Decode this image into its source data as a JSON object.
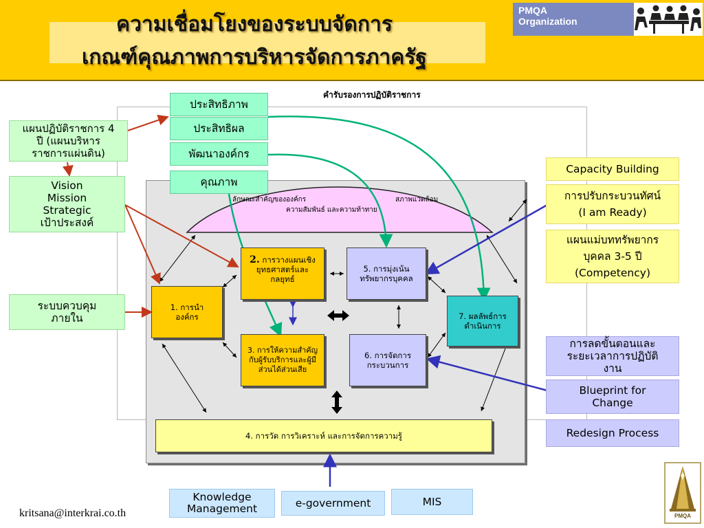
{
  "header": {
    "title_line1": "ความเชื่อมโยงของระบบจัดการ",
    "title_line2": "เกณฑ์คุณภาพการบริหารจัดการภาครัฐ",
    "brand_line1": "PMQA",
    "brand_line2": "Organization"
  },
  "approval_label": "คำรับรองการปฏิบัติราชการ",
  "top_boxes": {
    "efficiency": "ประสิทธิภาพ",
    "effectiveness": "ประสิทธิผล",
    "org_development": "พัฒนาองค์กร",
    "quality": "คุณภาพ"
  },
  "left_boxes": {
    "plan": "แผนปฏิบัติราชการ 4 ปี (แผนบริหารราชการแผ่นดิน)",
    "vision": [
      "Vision",
      "Mission",
      "Strategic",
      "เป้าประสงค์"
    ],
    "internal_control": "ระบบควบคุมภายใน"
  },
  "right_boxes": {
    "capacity": "Capacity Building",
    "mindset_line1": "การปรับกระบวนทัศน์",
    "mindset_line2": "(I am Ready)",
    "hr_plan_line1": "แผนแม่บททรัพยากร",
    "hr_plan_line2": "บุคคล 3-5 ปี",
    "hr_plan_line3": "(Competency)",
    "reduce_steps": "การลดขั้นตอนและระยะเวลาการปฏิบัติงาน",
    "blueprint": "Blueprint for Change",
    "redesign": "Redesign Process"
  },
  "bottom_boxes": {
    "knowledge": "Knowledge Management",
    "egov": "e-government",
    "mis": "MIS"
  },
  "diagram": {
    "arch_left": "ลักษณะสำคัญขององค์กร",
    "arch_right": "สภาพแวดล้อม",
    "arch_center": "ความสัมพันธ์ และความท้าทาย",
    "node1": "1. การนำองค์กร",
    "node2_num": "2.",
    "node2": "การวางแผนเชิงยุทธศาสตร์และกลยุทธ์",
    "node3": "3. การให้ความสำคัญกับผู้รับบริการและผู้มีส่วนได้ส่วนเสีย",
    "node4": "4. การวัด การวิเคราะห์ และการจัดการความรู้",
    "node5": "5. การมุ่งเน้นทรัพยากรบุคคล",
    "node6": "6. การจัดการกระบวนการ",
    "node7": "7. ผลลัพธ์การดำเนินการ"
  },
  "footer": {
    "email": "kritsana@interkrai.co.th",
    "logo_text": "PMQA"
  },
  "colors": {
    "header_bg": "#FFCC00",
    "green_box": "#CCFFCC",
    "mint_box": "#99FFCC",
    "yellow_box": "#FFFF99",
    "lavender_box": "#CCCCFF",
    "light_blue_box": "#CCE8FF",
    "teal_arrow": "#00B27A",
    "red_arrow": "#C0391B",
    "blue_arrow": "#3333BB"
  }
}
